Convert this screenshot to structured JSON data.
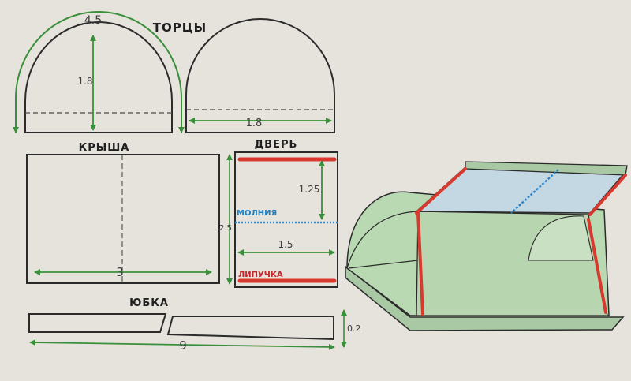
{
  "labels": {
    "ends_title": "ТОРЦЫ",
    "roof_title": "КРЫША",
    "door_title": "ДВЕРЬ",
    "skirt_title": "ЮБКА",
    "zipper_label": "МОЛНИЯ",
    "velcro_label": "ЛИПУЧКА"
  },
  "dimensions": {
    "end_arc": "4.5",
    "end_height": "1.8",
    "end_width": "1.8",
    "door_upper": "1.25",
    "door_height": "2.5",
    "door_width": "1.5",
    "roof_length": "3",
    "skirt_height": "0.2",
    "skirt_length": "9"
  },
  "colors": {
    "paper": "#e6e3dd",
    "ink": "#2b2b2b",
    "dimension_arrow": "#3a8f3a",
    "velcro": "#d93a2f",
    "zipper": "#2e86c8",
    "tent_fill": "#b9d9b3",
    "tent_shade": "#a8c9a4",
    "tent_glass": "#c4d8e4"
  }
}
